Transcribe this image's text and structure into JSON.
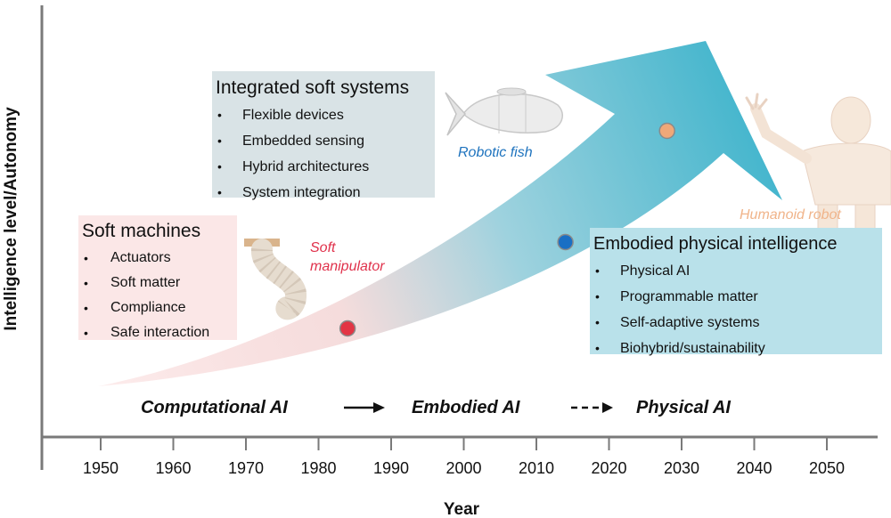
{
  "axes": {
    "ylabel": "Intelligence level/Autonomy",
    "xlabel": "Year",
    "xticks": [
      "1950",
      "1960",
      "1970",
      "1980",
      "1990",
      "2000",
      "2010",
      "2020",
      "2030",
      "2040",
      "2050"
    ]
  },
  "boxes": {
    "soft_machines": {
      "title": "Soft machines",
      "items": [
        "Actuators",
        "Soft matter",
        "Compliance",
        "Safe interaction"
      ],
      "color": "#fbe7e7"
    },
    "integrated": {
      "title": "Integrated soft systems",
      "items": [
        "Flexible devices",
        "Embedded sensing",
        "Hybrid architectures",
        "System integration"
      ],
      "color": "#d9e3e6"
    },
    "embodied": {
      "title": "Embodied physical intelligence",
      "items": [
        "Physical AI",
        "Programmable matter",
        "Self-adaptive systems",
        "Biohybrid/sustainability"
      ],
      "color": "#b9e1ea"
    }
  },
  "captions": {
    "soft_manipulator": {
      "line1": "Soft",
      "line2": "manipulator",
      "color": "#e0314b"
    },
    "robotic_fish": {
      "text": "Robotic fish",
      "color": "#1e73be"
    },
    "humanoid": {
      "text": "Humanoid robot",
      "color": "#f0b48a"
    }
  },
  "eras": [
    "Computational AI",
    "Embodied AI",
    "Physical AI"
  ],
  "markers": [
    {
      "year": 1984,
      "color": "#e23544"
    },
    {
      "year": 2014,
      "color": "#1a6fc4"
    },
    {
      "year": 2028,
      "color": "#f0a878"
    }
  ],
  "arrow": {
    "start_color": "#f7c9c9",
    "end_color": "#3fb4cc"
  }
}
